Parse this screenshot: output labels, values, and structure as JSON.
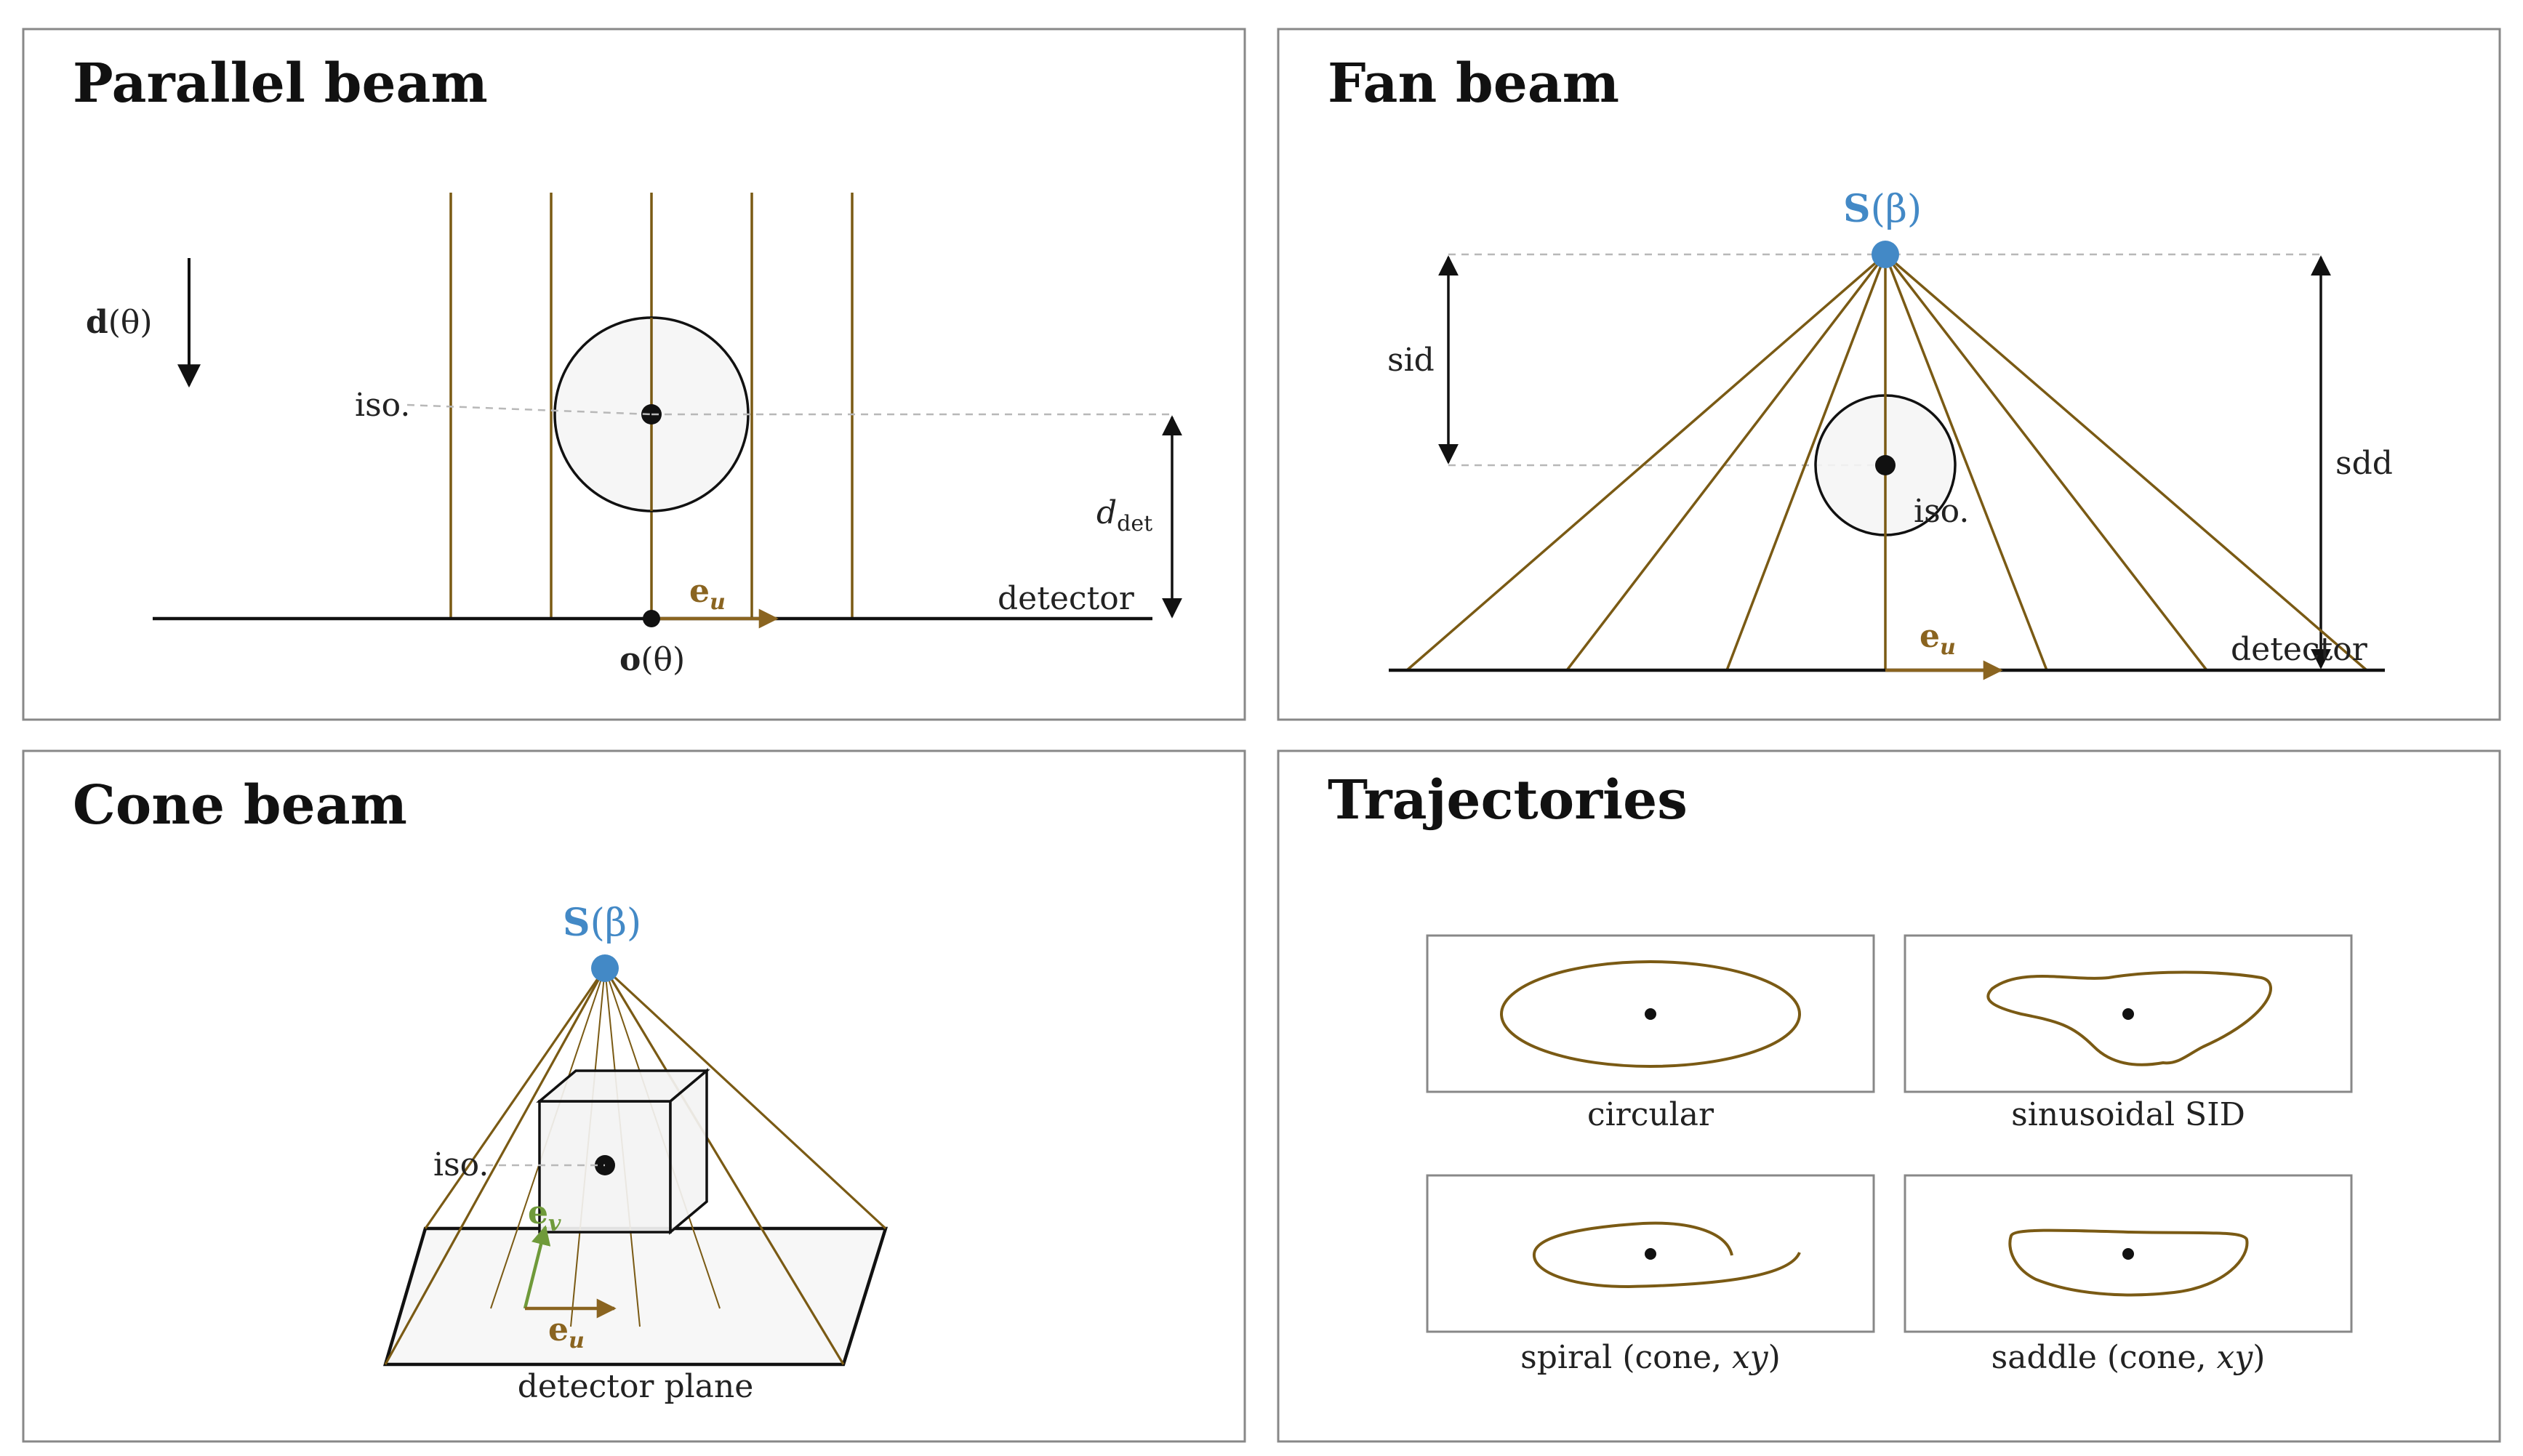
{
  "colors": {
    "ray": "#7a5a14",
    "eu": "#8a6420",
    "source": "#4389c6",
    "green": "#6f9a3a",
    "panel_border": "#888888",
    "phantom_fill": "#f5f5f5",
    "dashed": "#b8b8b8"
  },
  "panels": {
    "parallel": {
      "title": "Parallel beam",
      "d_bold": "d",
      "d_arg": "(θ)",
      "iso": "iso.",
      "d_det_main": "d",
      "d_det_sub": "det",
      "e_main": "e",
      "e_sub": "u",
      "detector": "detector",
      "o_bold": "o",
      "o_arg": "(θ)"
    },
    "fan": {
      "title": "Fan beam",
      "s_bold": "S",
      "s_arg": "(β)",
      "sid": "sid",
      "sdd": "sdd",
      "iso": "iso.",
      "e_main": "e",
      "e_sub": "u",
      "detector": "detector"
    },
    "cone": {
      "title": "Cone beam",
      "s_bold": "S",
      "s_arg": "(β)",
      "iso": "iso.",
      "ev_main": "e",
      "ev_sub": "v",
      "eu_main": "e",
      "eu_sub": "u",
      "detector_plane": "detector plane"
    },
    "trajectories": {
      "title": "Trajectories",
      "items": [
        {
          "label": "circular"
        },
        {
          "label": "sinusoidal SID"
        },
        {
          "label_pre": "spiral (cone, ",
          "label_var": "xy",
          "label_post": ")"
        },
        {
          "label_pre": "saddle (cone, ",
          "label_var": "xy",
          "label_post": ")"
        }
      ]
    }
  }
}
